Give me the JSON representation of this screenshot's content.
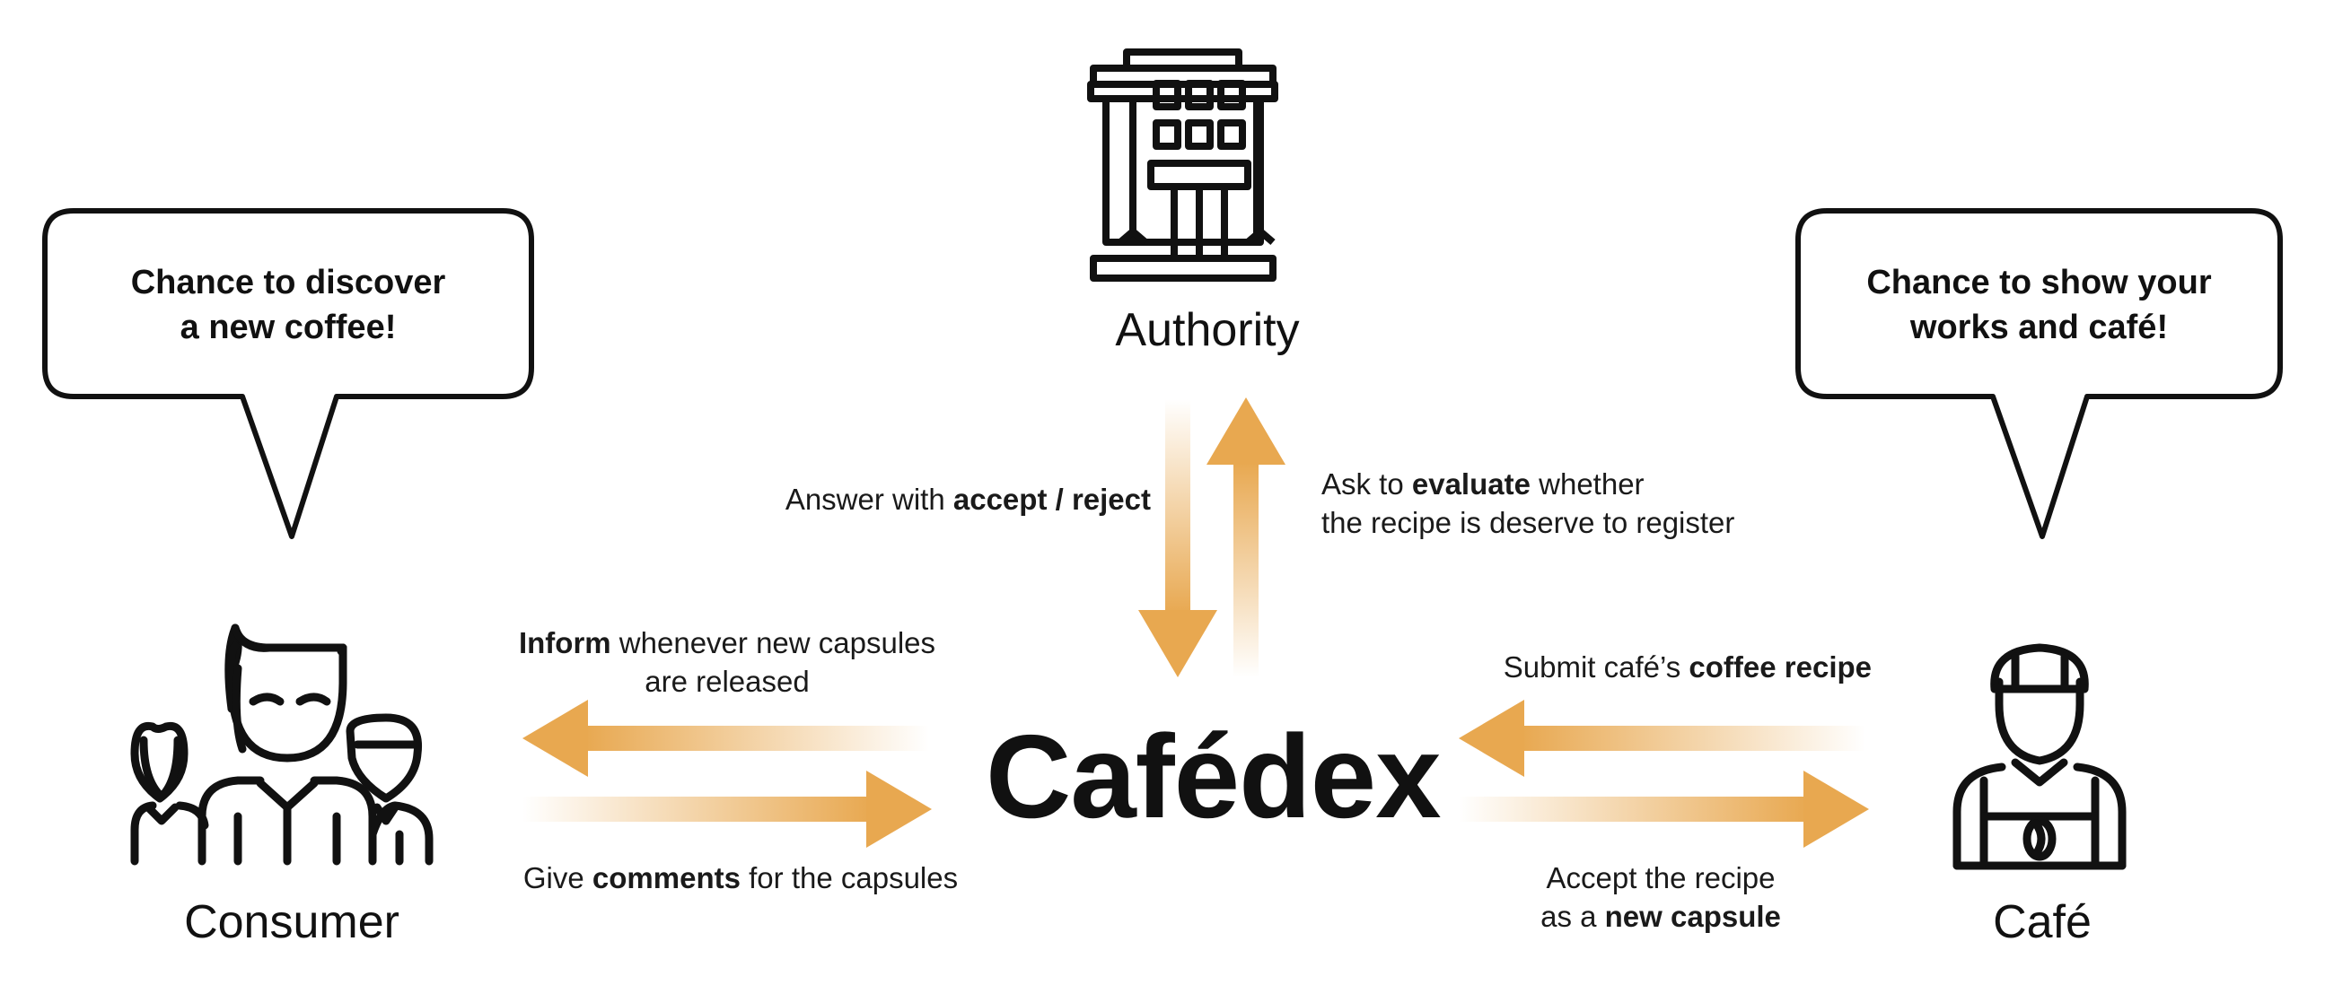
{
  "consumer": {
    "name": "Consumer",
    "bubble_line1": "Chance to discover",
    "bubble_line2": "a new coffee!"
  },
  "cafe": {
    "name": "Café",
    "bubble_line1": "Chance to show your",
    "bubble_line2": "works and café!"
  },
  "authority": {
    "name": "Authority"
  },
  "center": {
    "brand": "Cafédex"
  },
  "flows": {
    "authority_reply": {
      "pre": "Answer with ",
      "bold": "accept / reject"
    },
    "ask_evaluate": {
      "pre": "Ask to ",
      "bold": "evaluate",
      "post": " whether",
      "line2": "the recipe is deserve to register"
    },
    "inform": {
      "bold": "Inform",
      "post": " whenever new capsules",
      "line2": "are released"
    },
    "comments": {
      "pre": "Give ",
      "bold": "comments",
      "post": " for the capsules"
    },
    "submit": {
      "pre": "Submit café’s ",
      "bold": "coffee recipe"
    },
    "accept": {
      "line1": "Accept the recipe",
      "pre2": "as a ",
      "bold2": "new capsule"
    }
  },
  "colors": {
    "arrow": "#E8A850",
    "ink": "#111111"
  },
  "icons": [
    "people-group-icon",
    "building-icon",
    "barista-icon"
  ]
}
